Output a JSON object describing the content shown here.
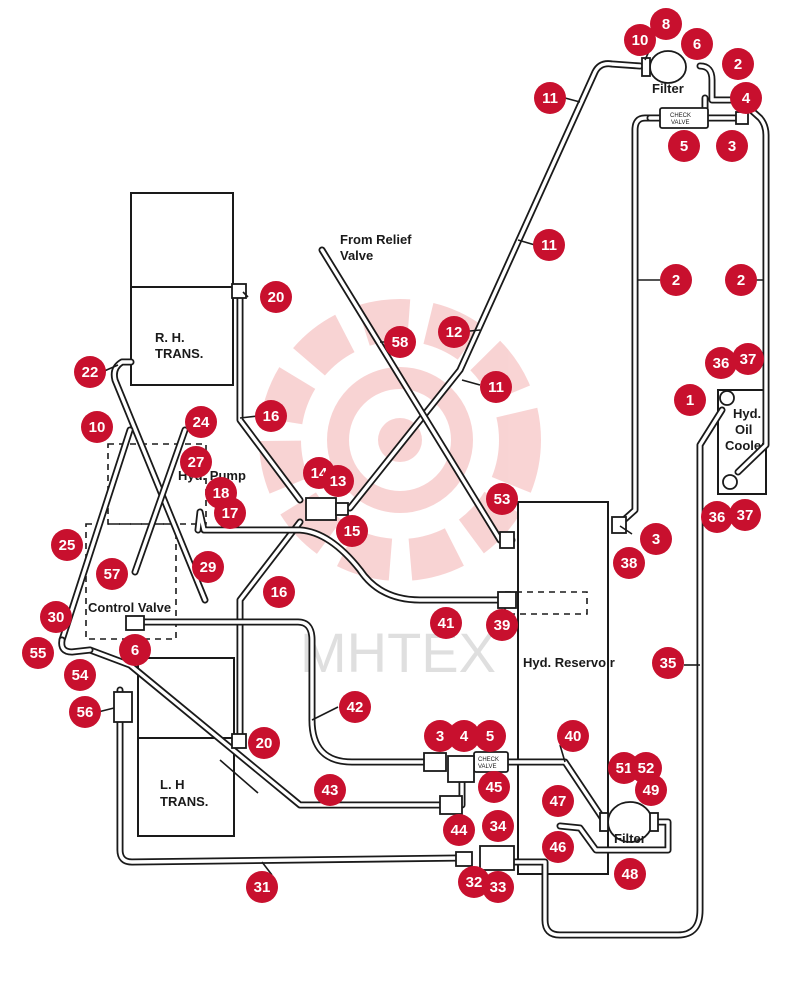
{
  "labels": {
    "rh_trans_1": "R. H.",
    "rh_trans_2": "TRANS.",
    "lh_trans_1": "L. H",
    "lh_trans_2": "TRANS.",
    "hyd_pump": "Hyd. Pump",
    "control_valve": "Control Valve",
    "reservoir": "Hyd. Reservoir",
    "from_relief_1": "From Relief",
    "from_relief_2": "Valve",
    "filter_top": "Filter",
    "filter_bottom": "Filter",
    "cooler_1": "Hyd.",
    "cooler_2": "Oil",
    "cooler_3": "Cooler",
    "check_valve_1": "CHECK",
    "check_valve_2": "VALVE",
    "watermark": "MHTEX"
  },
  "callouts": [
    {
      "id": "c-10a",
      "text": "10"
    },
    {
      "id": "c-8",
      "text": "8"
    },
    {
      "id": "c-6a",
      "text": "6"
    },
    {
      "id": "c-2a",
      "text": "2"
    },
    {
      "id": "c-4a",
      "text": "4"
    },
    {
      "id": "c-5a",
      "text": "5"
    },
    {
      "id": "c-3a",
      "text": "3"
    },
    {
      "id": "c-11a",
      "text": "11"
    },
    {
      "id": "c-11b",
      "text": "11"
    },
    {
      "id": "c-2b",
      "text": "2"
    },
    {
      "id": "c-2c",
      "text": "2"
    },
    {
      "id": "c-20a",
      "text": "20"
    },
    {
      "id": "c-12",
      "text": "12"
    },
    {
      "id": "c-58",
      "text": "58"
    },
    {
      "id": "c-11c",
      "text": "11"
    },
    {
      "id": "c-36a",
      "text": "36"
    },
    {
      "id": "c-37a",
      "text": "37"
    },
    {
      "id": "c-1",
      "text": "1"
    },
    {
      "id": "c-22",
      "text": "22"
    },
    {
      "id": "c-10b",
      "text": "10"
    },
    {
      "id": "c-24",
      "text": "24"
    },
    {
      "id": "c-16a",
      "text": "16"
    },
    {
      "id": "c-27",
      "text": "27"
    },
    {
      "id": "c-14",
      "text": "14"
    },
    {
      "id": "c-13",
      "text": "13"
    },
    {
      "id": "c-18",
      "text": "18"
    },
    {
      "id": "c-17",
      "text": "17"
    },
    {
      "id": "c-15",
      "text": "15"
    },
    {
      "id": "c-53",
      "text": "53"
    },
    {
      "id": "c-3b",
      "text": "3"
    },
    {
      "id": "c-38",
      "text": "38"
    },
    {
      "id": "c-36b",
      "text": "36"
    },
    {
      "id": "c-37b",
      "text": "37"
    },
    {
      "id": "c-25",
      "text": "25"
    },
    {
      "id": "c-29",
      "text": "29"
    },
    {
      "id": "c-57",
      "text": "57"
    },
    {
      "id": "c-16b",
      "text": "16"
    },
    {
      "id": "c-30",
      "text": "30"
    },
    {
      "id": "c-55",
      "text": "55"
    },
    {
      "id": "c-6b",
      "text": "6"
    },
    {
      "id": "c-41",
      "text": "41"
    },
    {
      "id": "c-39",
      "text": "39"
    },
    {
      "id": "c-54",
      "text": "54"
    },
    {
      "id": "c-35",
      "text": "35"
    },
    {
      "id": "c-56",
      "text": "56"
    },
    {
      "id": "c-42",
      "text": "42"
    },
    {
      "id": "c-20b",
      "text": "20"
    },
    {
      "id": "c-3c",
      "text": "3"
    },
    {
      "id": "c-4b",
      "text": "4"
    },
    {
      "id": "c-5b",
      "text": "5"
    },
    {
      "id": "c-40",
      "text": "40"
    },
    {
      "id": "c-51",
      "text": "51"
    },
    {
      "id": "c-52",
      "text": "52"
    },
    {
      "id": "c-49",
      "text": "49"
    },
    {
      "id": "c-45",
      "text": "45"
    },
    {
      "id": "c-43",
      "text": "43"
    },
    {
      "id": "c-47",
      "text": "47"
    },
    {
      "id": "c-44",
      "text": "44"
    },
    {
      "id": "c-34",
      "text": "34"
    },
    {
      "id": "c-46",
      "text": "46"
    },
    {
      "id": "c-48",
      "text": "48"
    },
    {
      "id": "c-31",
      "text": "31"
    },
    {
      "id": "c-32",
      "text": "32"
    },
    {
      "id": "c-33",
      "text": "33"
    }
  ]
}
